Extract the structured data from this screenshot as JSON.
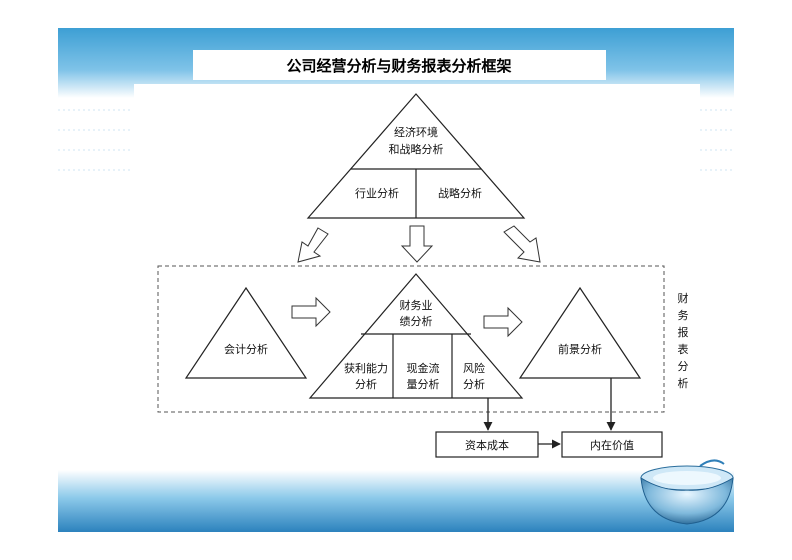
{
  "title": "公司经营分析与财务报表分析框架",
  "top_pyramid": {
    "apex_line1": "经济环境",
    "apex_line2": "和战略分析",
    "left": "行业分析",
    "right": "战略分析"
  },
  "accounting": "会计分析",
  "center_pyramid": {
    "apex_line1": "财务业",
    "apex_line2": "绩分析",
    "cell1_line1": "获利能力",
    "cell1_line2": "分析",
    "cell2_line1": "现金流",
    "cell2_line2": "量分析",
    "cell3_line1": "风险",
    "cell3_line2": "分析"
  },
  "prospect": "前景分析",
  "side_label": [
    "财",
    "务",
    "报",
    "表",
    "分",
    "析"
  ],
  "cost_of_capital": "资本成本",
  "intrinsic_value": "内在价值",
  "colors": {
    "banner_top": "#2f8fc4",
    "banner_bottom": "#1b6da6",
    "stroke": "#222222",
    "dashed": "#555555"
  }
}
